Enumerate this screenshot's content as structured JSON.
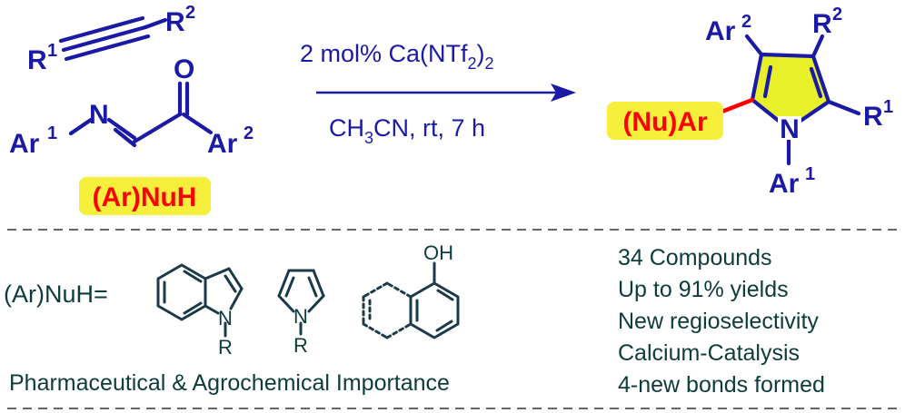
{
  "reactants": {
    "alkyne_r1": "R",
    "alkyne_r1_sup": "1",
    "alkyne_r2": "R",
    "alkyne_r2_sup": "2",
    "imine_ar": "Ar",
    "imine_ar_sup": "1",
    "imine_n": "N",
    "carbonyl_o": "O",
    "ketone_ar": "Ar",
    "ketone_ar_sup": "2",
    "nucleophile": "(Ar)NuH"
  },
  "conditions": {
    "catalyst_prefix": "2 mol% Ca(NTf",
    "catalyst_sub": "2",
    "catalyst_close": ")",
    "catalyst_sub2": "2",
    "solvent_a": "CH",
    "solvent_sub": "3",
    "solvent_b": "CN, rt, 7 h"
  },
  "product": {
    "ar2": "Ar",
    "ar2_sup": "2",
    "r2": "R",
    "r2_sup": "2",
    "r1": "R",
    "r1_sup": "1",
    "n": "N",
    "ar1": "Ar",
    "ar1_sup": "1",
    "nu_ar": "(Nu)Ar"
  },
  "scope": {
    "prefix": "(Ar)NuH=",
    "indole_n": "N",
    "indole_r": "R",
    "pyrrole_n": "N",
    "pyrrole_r": "R",
    "naphthol_oh": "OH",
    "importance": "Pharmaceutical & Agrochemical Importance"
  },
  "highlights": [
    "34 Compounds",
    "Up to 91% yields",
    "New regioselectivity",
    "Calcium-Catalysis",
    "4-new bonds formed"
  ],
  "colors": {
    "structure": "#1a1aa6",
    "highlight_fill": "#f6f03c",
    "highlight_text": "#ff0000",
    "pyrrole_ring": "#e8f02a",
    "new_bond": "#ff0000",
    "scope_text": "#0e3b3b"
  }
}
